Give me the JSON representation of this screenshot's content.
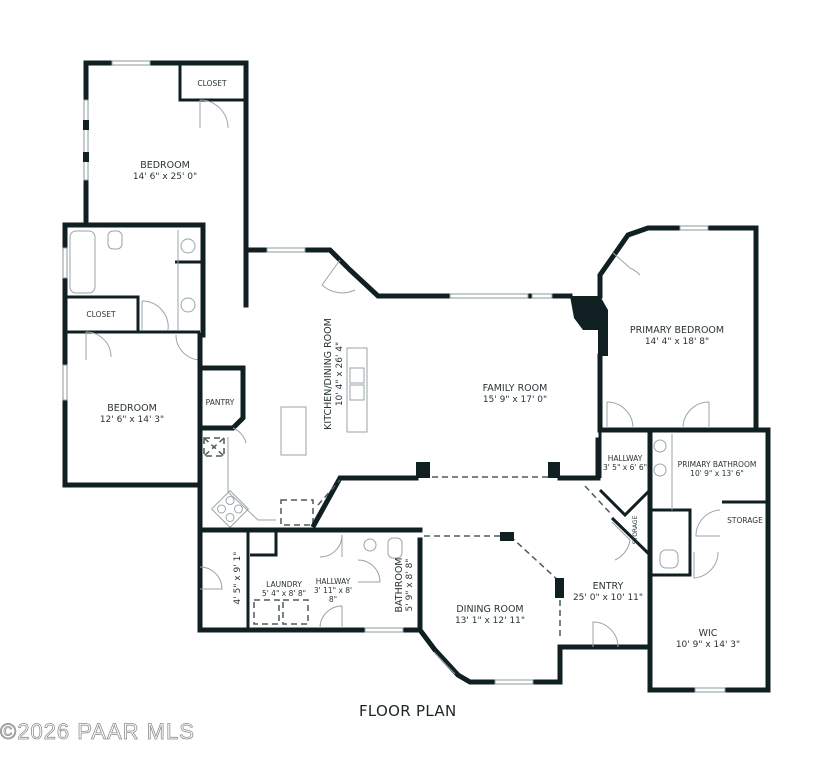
{
  "title": "FLOOR PLAN",
  "watermark": "©2026 PAAR MLS",
  "colors": {
    "wall": "#0f1f22",
    "text": "#2a3436",
    "background": "#ffffff"
  },
  "rooms": {
    "bedroom_upper": {
      "name": "BEDROOM",
      "dims": "14' 6\" x 25' 0\""
    },
    "closet_upper": {
      "name": "CLOSET"
    },
    "closet_lower": {
      "name": "CLOSET"
    },
    "bedroom_lower": {
      "name": "BEDROOM",
      "dims": "12' 6\" x 14' 3\""
    },
    "pantry": {
      "name": "PANTRY"
    },
    "kitchen_dining": {
      "name": "KITCHEN/DINING ROOM",
      "dims": "10' 4\" x 26' 4\""
    },
    "family_room": {
      "name": "FAMILY ROOM",
      "dims": "15' 9\" x 17' 0\""
    },
    "primary_bedroom": {
      "name": "PRIMARY BEDROOM",
      "dims": "14' 4\" x 18' 8\""
    },
    "hallway_primary": {
      "name": "HALLWAY",
      "dims": "3' 5\" x 6' 6\""
    },
    "primary_bathroom": {
      "name": "PRIMARY BATHROOM",
      "dims": "10' 9\" x 13' 6\""
    },
    "storage_primary": {
      "name": "STORAGE"
    },
    "storage_hall": {
      "name": "STORAGE"
    },
    "mudroom": {
      "dims": "4' 5\" x 9' 1\""
    },
    "laundry": {
      "name": "LAUNDRY",
      "dims": "5' 4\" x 8' 8\""
    },
    "hallway_laundry": {
      "name": "HALLWAY",
      "dims_line1": "3' 11\" x 8'",
      "dims_line2": "8\""
    },
    "bathroom": {
      "name": "BATHROOM",
      "dims": "5' 9\" x 8' 8\""
    },
    "dining_room": {
      "name": "DINING ROOM",
      "dims": "13' 1\" x 12' 11\""
    },
    "entry": {
      "name": "ENTRY",
      "dims": "25' 0\" x 10' 11\""
    },
    "wic": {
      "name": "WIC",
      "dims": "10' 9\" x 14' 3\""
    }
  }
}
